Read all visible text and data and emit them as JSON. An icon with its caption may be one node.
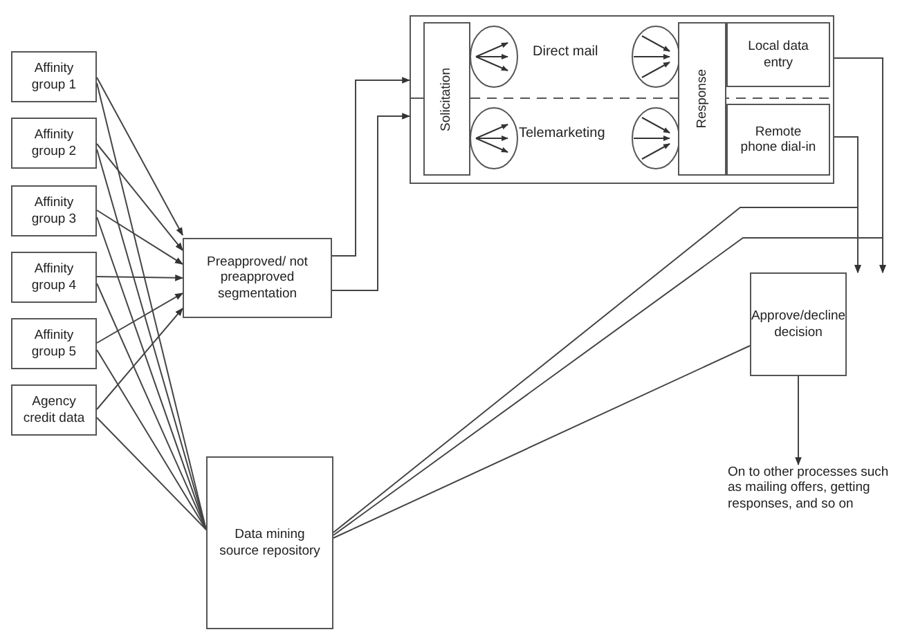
{
  "diagram": {
    "nodes": [
      {
        "text": [
          "Affinity group 1"
        ]
      },
      {
        "text": [
          "Affinity group 2"
        ]
      },
      {
        "text": [
          "Affinity group 3"
        ]
      },
      {
        "text": [
          "Affinity group 4"
        ]
      },
      {
        "text": [
          "Affinity group 5"
        ]
      },
      {
        "text": [
          "Agency credit data"
        ]
      },
      {
        "text": [
          "Preapproved/ not preapproved segmentation"
        ]
      },
      {
        "text": [],
        "shape": "box"
      },
      {
        "text": [
          "Solicitation"
        ],
        "in": 7
      },
      {
        "text": [
          "Response"
        ],
        "in": 7
      },
      {
        "text": [
          "Local data entry"
        ],
        "in": 7
      },
      {
        "text": [
          "Remote phone dial-in"
        ],
        "in": 7
      },
      {
        "text": [
          "Approve/decline decision"
        ]
      },
      {
        "text": [
          "Data mining source repository"
        ]
      },
      {
        "text": [
          "On to other processes such as mailing offers, getting responses, and so on"
        ]
      }
    ],
    "edges": [
      {
        "from": 0,
        "to": 6,
        "arrow": "to"
      },
      {
        "from": 1,
        "to": 6,
        "arrow": "to"
      },
      {
        "from": 2,
        "to": 6,
        "arrow": "to"
      },
      {
        "from": 3,
        "to": 6,
        "arrow": "to"
      },
      {
        "from": 4,
        "to": 6,
        "arrow": "to"
      },
      {
        "from": 5,
        "to": 6,
        "arrow": "to"
      },
      {
        "from": 0,
        "to": 13,
        "arrow": "none"
      },
      {
        "from": 1,
        "to": 13,
        "arrow": "none"
      },
      {
        "from": 2,
        "to": 13,
        "arrow": "none"
      },
      {
        "from": 3,
        "to": 13,
        "arrow": "none"
      },
      {
        "from": 4,
        "to": 13,
        "arrow": "none"
      },
      {
        "from": 5,
        "to": 13,
        "arrow": "none"
      },
      {
        "from": 6,
        "to": 7,
        "arrow": "to"
      },
      {
        "from": 6,
        "to": 7,
        "arrow": "to"
      },
      {
        "from": 10,
        "to": 12,
        "arrow": "to"
      },
      {
        "from": 11,
        "to": 12,
        "arrow": "to"
      },
      {
        "from": 13,
        "to": 12,
        "arrow": "to"
      },
      {
        "from": 13,
        "to": 12,
        "arrow": "to"
      },
      {
        "from": 13,
        "to": 12,
        "arrow": "none"
      },
      {
        "from": 12,
        "to": 14,
        "arrow": "to"
      }
    ],
    "labels": [
      "Direct mail",
      "Telemarketing"
    ]
  }
}
